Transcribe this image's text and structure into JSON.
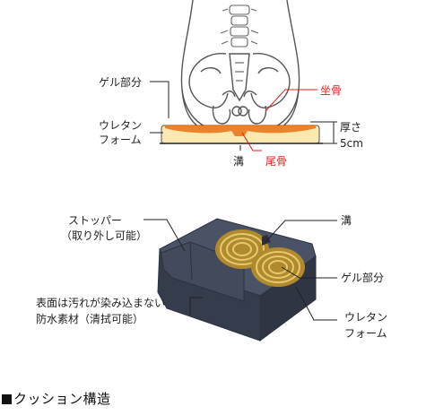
{
  "colors": {
    "gel_orange": "#e8781e",
    "foam_cream": "#fbe7b0",
    "red_label": "#e0201a",
    "cushion_navy": "#3d4556",
    "gel_gold": "#c9a648"
  },
  "top_diagram": {
    "gel_part": "ゲル部分",
    "urethane_1": "ウレタン",
    "urethane_2": "フォーム",
    "groove": "溝",
    "ischium": "坐骨",
    "coccyx": "尾骨",
    "thickness_1": "厚さ",
    "thickness_2": "5cm"
  },
  "bottom_diagram": {
    "stopper_1": "ストッパー",
    "stopper_2": "（取り外し可能）",
    "surface_1": "表面は汚れが染み込まない",
    "surface_2": "防水素材（清拭可能）",
    "groove": "溝",
    "gel_part": "ゲル部分",
    "urethane_1": "ウレタン",
    "urethane_2": "フォーム"
  },
  "caption": "クッション構造"
}
